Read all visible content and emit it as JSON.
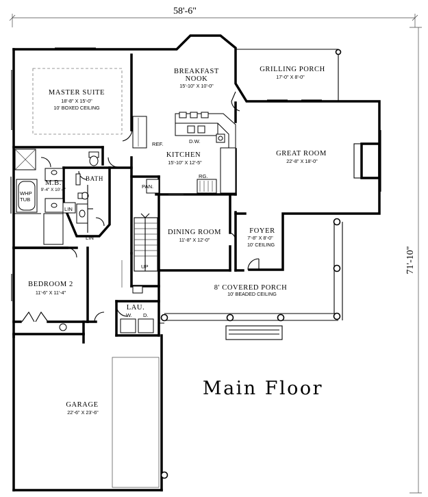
{
  "plan": {
    "title": "Main Floor",
    "overall_width": "58'-6\"",
    "overall_depth": "71'-10\""
  },
  "rooms": {
    "master_suite": {
      "name": "MASTER SUITE",
      "dim": "18'-8\" X 15'-0\"",
      "note": "10' BOXED CEILING"
    },
    "breakfast_nook": {
      "name1": "BREAKFAST",
      "name2": "NOOK",
      "dim": "15'-10\" X 10'-0\""
    },
    "grilling_porch": {
      "name": "GRILLING PORCH",
      "dim": "17'-0\" X 8'-0\""
    },
    "kitchen": {
      "name": "KITCHEN",
      "dim": "15'-10\" X 12'-5\""
    },
    "great_room": {
      "name": "GREAT ROOM",
      "dim": "22'-8\" X 18'-0\""
    },
    "master_bath": {
      "name": "M.B.",
      "dim": "9'-4\" X 10'-4\""
    },
    "bath": {
      "name": "BATH"
    },
    "dining_room": {
      "name": "DINING ROOM",
      "dim": "11'-8\" X 12'-0\""
    },
    "foyer": {
      "name": "FOYER",
      "dim": "7'-8\" X 8'-0\"",
      "note": "10' CEILING"
    },
    "covered_porch": {
      "name": "8' COVERED PORCH",
      "note": "10' BEADED CEILING"
    },
    "bedroom2": {
      "name": "BEDROOM 2",
      "dim": "11'-6\" X 11'-4\""
    },
    "laundry": {
      "name": "LAU."
    },
    "garage": {
      "name": "GARAGE",
      "dim": "22'-6\" X 23'-6\""
    }
  },
  "fixture_labels": {
    "ref": "REF.",
    "dw": "D.W.",
    "rg": "RG.",
    "pan": "PAN.",
    "up": "UP",
    "whp1": "WHP",
    "whp2": "TUB",
    "lin": "LIN",
    "washer": "W.",
    "dryer": "D."
  }
}
